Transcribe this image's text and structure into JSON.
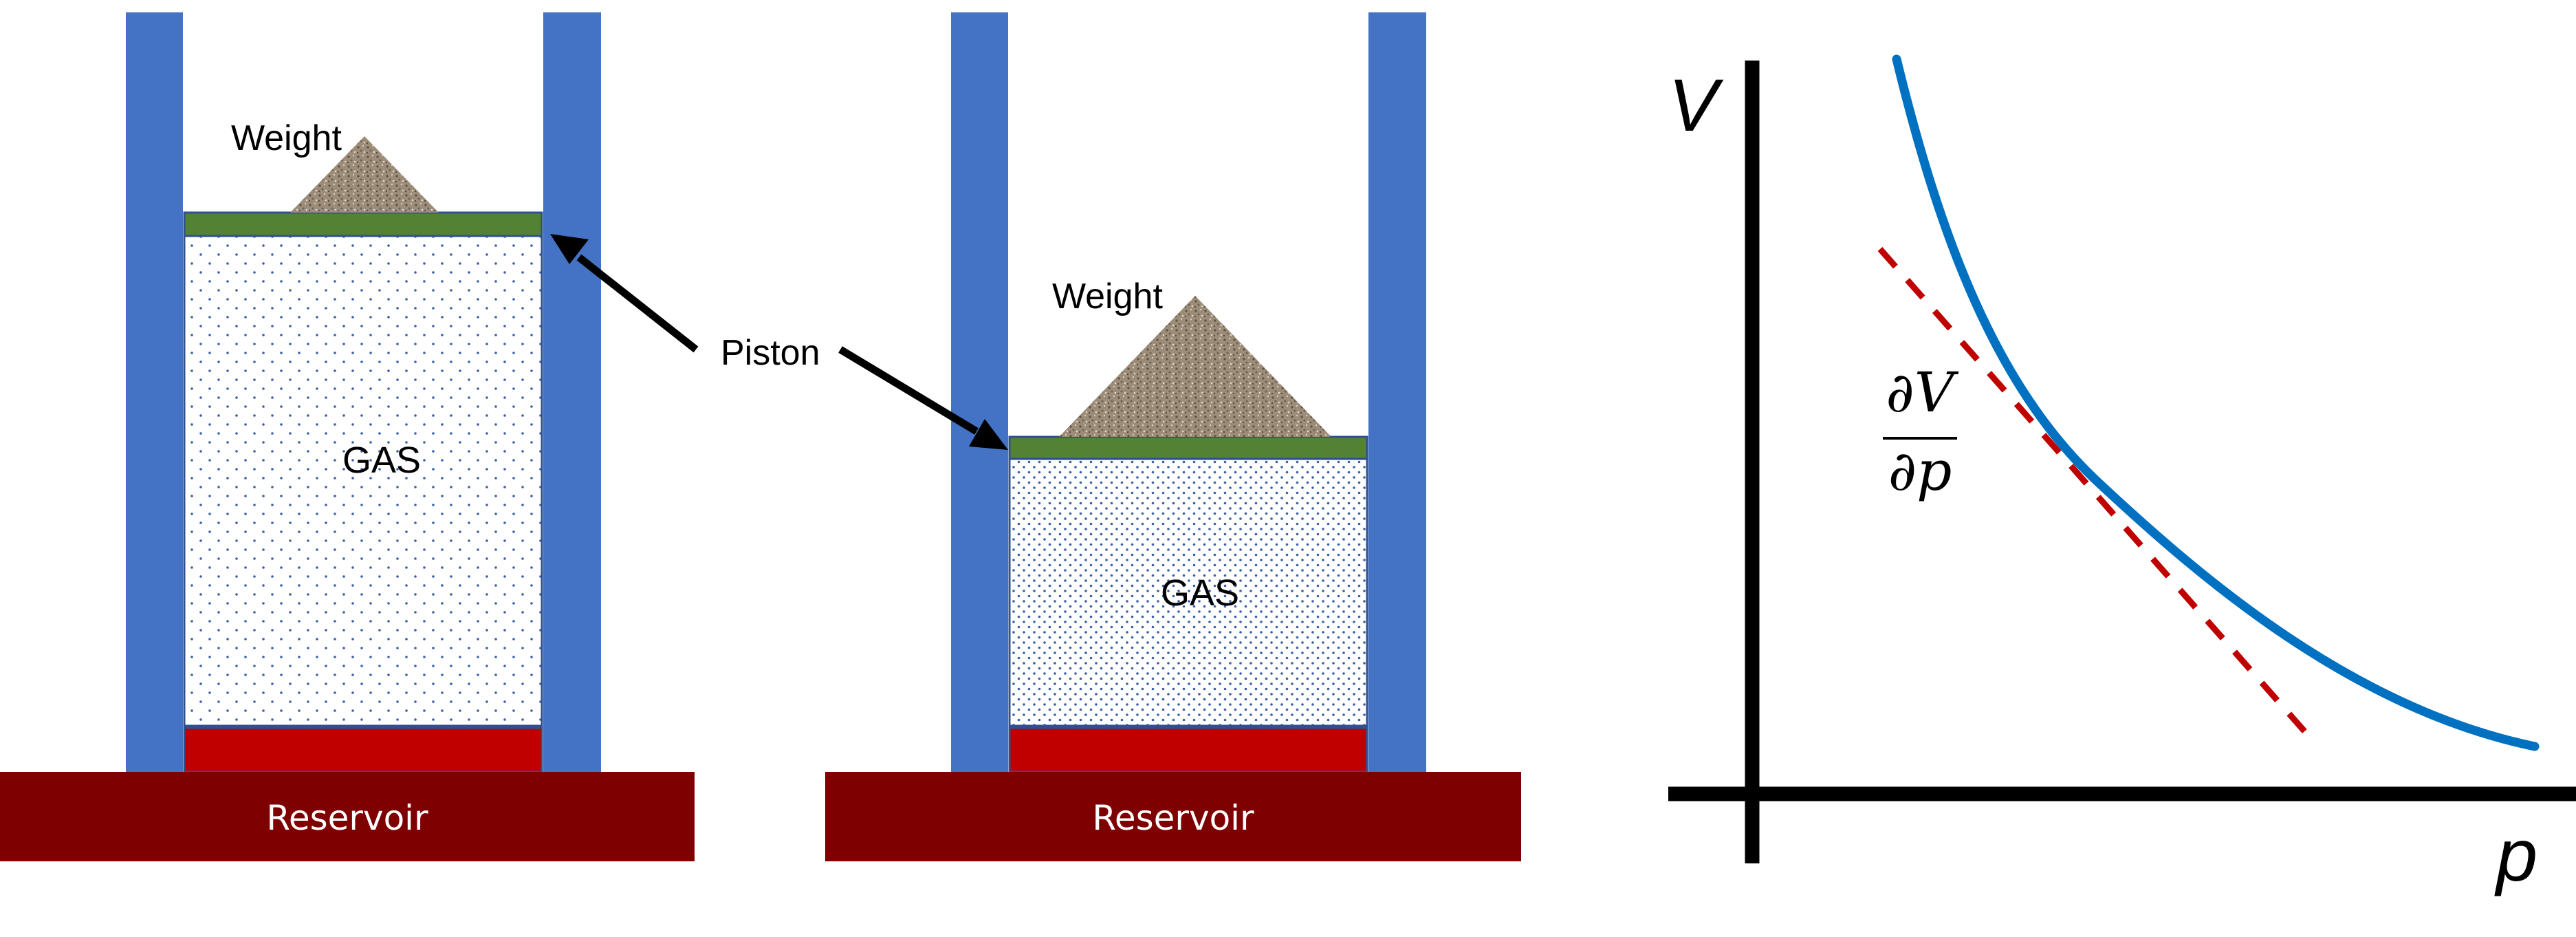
{
  "colors": {
    "cylinder_wall": "#4472c4",
    "piston": "#548235",
    "heater": "#c00000",
    "reservoir": "#7f0000",
    "weight": "#9c8c78",
    "curve": "#0070c0",
    "tangent": "#c00000",
    "axis": "#000000",
    "gas_dots": "#3a5fa8"
  },
  "icons": {
    "weight": "sand-pile-triangle",
    "arrow": "black-arrow"
  },
  "left_cylinder": {
    "weight_label": "Weight",
    "gas_label": "GAS",
    "reservoir_label": "Reservoir"
  },
  "right_cylinder": {
    "weight_label": "Weight",
    "gas_label": "GAS",
    "reservoir_label": "Reservoir"
  },
  "piston_label": "Piston",
  "plot": {
    "ylabel": "V",
    "xlabel": "p",
    "derivative_numerator": "∂V",
    "derivative_denominator": "∂p"
  }
}
